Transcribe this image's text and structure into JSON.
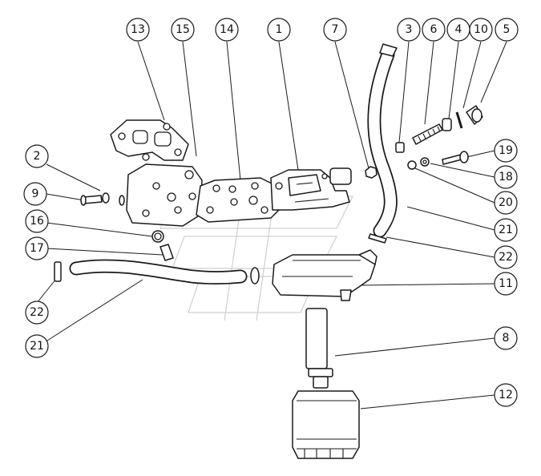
{
  "colors": {
    "line": "#1a1a1a",
    "background": "#ffffff",
    "watermark": "#cfcfcf"
  },
  "callouts": {
    "c13": "13",
    "c15": "15",
    "c14": "14",
    "c1": "1",
    "c7": "7",
    "c3": "3",
    "c6": "6",
    "c4": "4",
    "c10": "10",
    "c5": "5",
    "c2": "2",
    "c9": "9",
    "c16": "16",
    "c17": "17",
    "c22a": "22",
    "c21a": "21",
    "c19": "19",
    "c18": "18",
    "c20": "20",
    "c21b": "21",
    "c22b": "22",
    "c11": "11",
    "c8": "8",
    "c12": "12"
  }
}
